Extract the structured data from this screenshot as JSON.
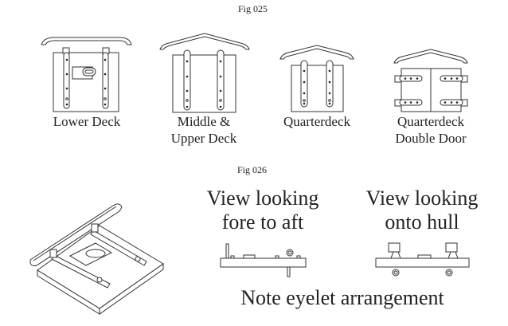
{
  "fig025": {
    "label": "Fig 025",
    "doors": [
      {
        "caption_line1": "Lower Deck",
        "caption_line2": ""
      },
      {
        "caption_line1": "Middle &",
        "caption_line2": "Upper Deck"
      },
      {
        "caption_line1": "Quarterdeck",
        "caption_line2": ""
      },
      {
        "caption_line1": "Quarterdeck",
        "caption_line2": "Double Door"
      }
    ]
  },
  "fig026": {
    "label": "Fig 026",
    "view1": {
      "line1": "View looking",
      "line2": "fore to aft"
    },
    "view2": {
      "line1": "View looking",
      "line2": "onto hull"
    },
    "note": "Note eyelet arrangement"
  }
}
